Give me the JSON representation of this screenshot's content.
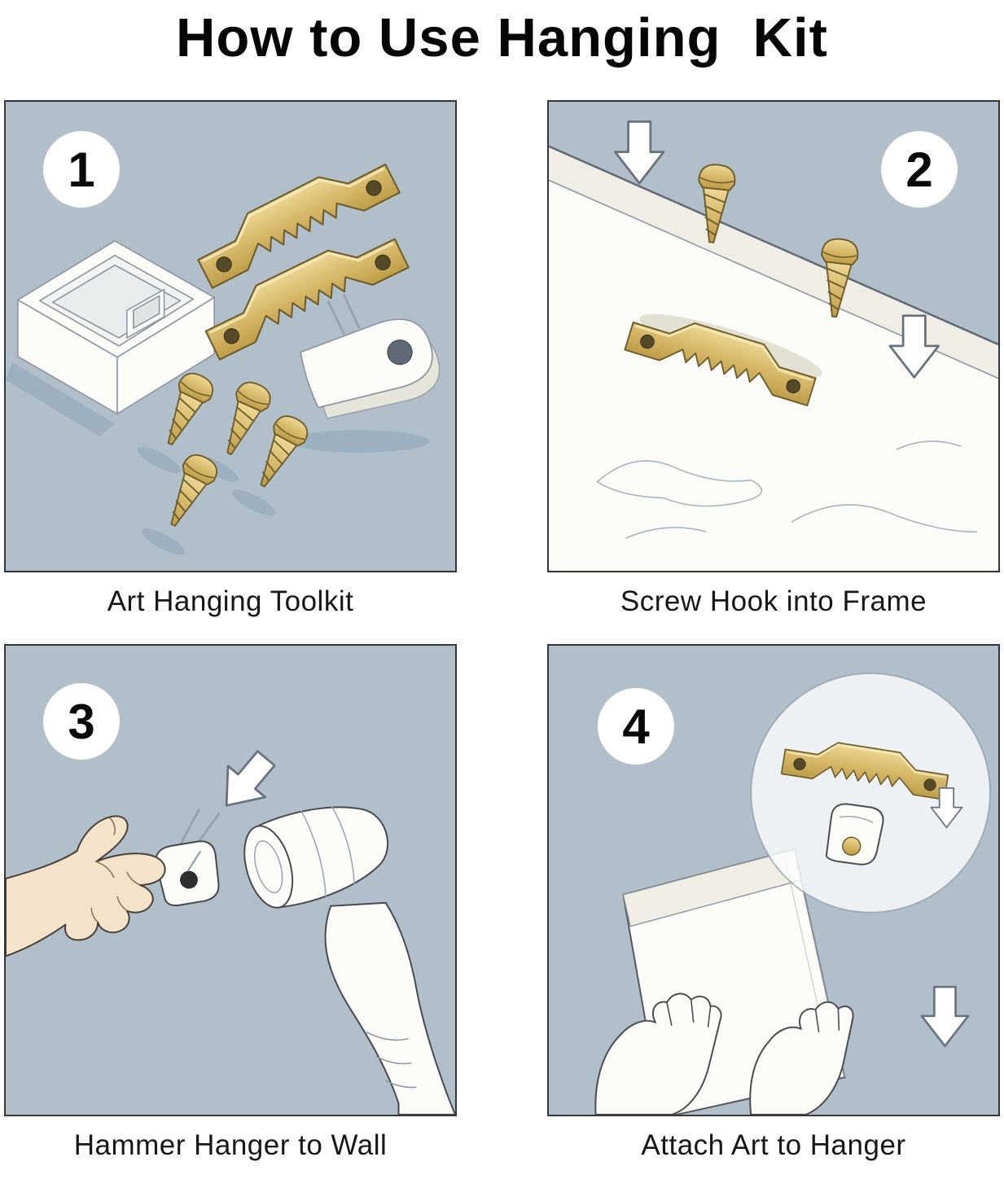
{
  "title": "How to Use Hanging  Kit",
  "panels": [
    {
      "number": "1",
      "caption": "Art Hanging Toolkit"
    },
    {
      "number": "2",
      "caption": "Screw Hook into Frame"
    },
    {
      "number": "3",
      "caption": "Hammer Hanger to Wall"
    },
    {
      "number": "4",
      "caption": "Attach Art to Hanger"
    }
  ],
  "colors": {
    "panel_background": "#b1bfca",
    "brass": "#d9bc6e",
    "brass_dark": "#bf9d48",
    "brass_light": "#edd894",
    "shadow_on_panel": "#9db0c0",
    "object_white": "#fcfcf8",
    "outline": "#45484c",
    "caption_text": "#17171a",
    "title_text": "#060606"
  }
}
